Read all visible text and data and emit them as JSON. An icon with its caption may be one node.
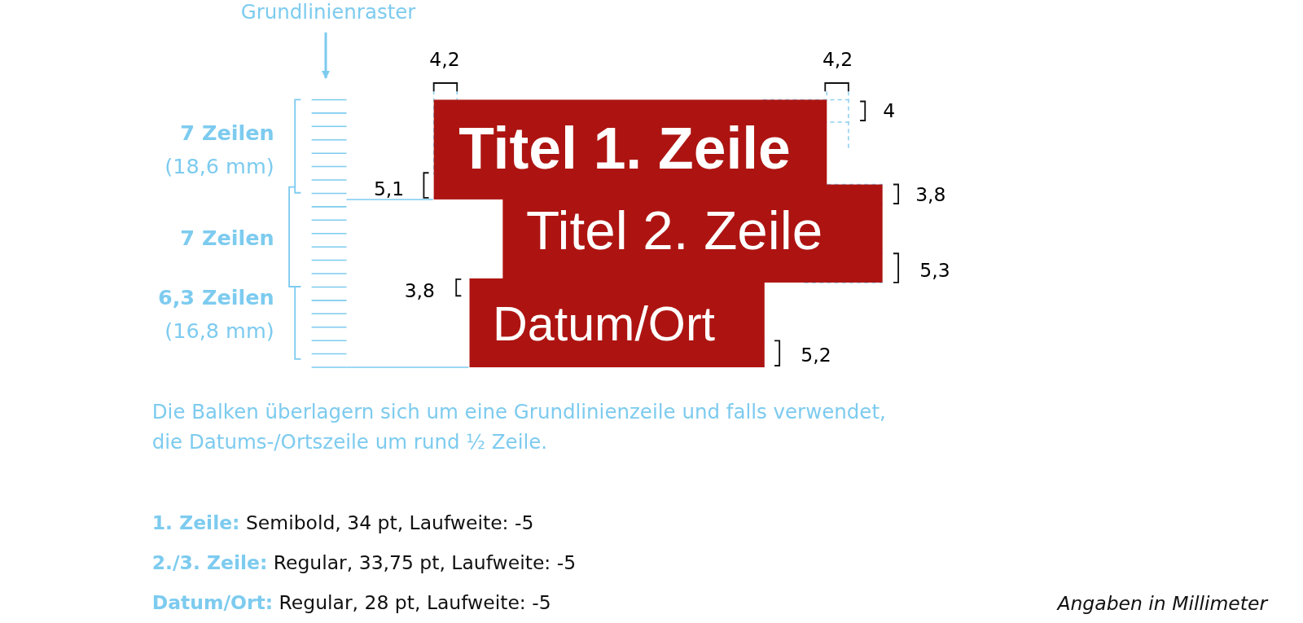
{
  "diagram": {
    "nodes": [
      {
        "text": [
          "Grundlinienraster"
        ]
      },
      {
        "text": [],
        "shape": "grid"
      },
      {
        "text": [
          "Titel 1. Zeile"
        ]
      },
      {
        "text": [
          "Titel 2. Zeile"
        ]
      },
      {
        "text": [
          "Datum/Ort"
        ]
      }
    ],
    "edges": [
      {
        "from": 0,
        "to": 1,
        "arrow": "to"
      }
    ],
    "labels": [
      "4,2",
      "4,2",
      "4",
      "7 Zeilen",
      "(18,6 mm)",
      "5,1",
      "3,8",
      "7 Zeilen",
      "6,3 Zeilen",
      "5,3",
      "3,8",
      "(16,8 mm)",
      "5,2",
      "Die Balken überlagern sich um eine Grundlinienzeile und falls verwendet, die Datums-/Ortszeile um rund ½ Zeile.",
      "**1. Zeile:** Semibold, 34 pt, Laufweite: -5",
      "**2./3. Zeile:** Regular, 33,75 pt, Laufweite: -5",
      "**Datum/Ort:** Regular, 28 pt, Laufweite: -5",
      "Angaben in Millimeter"
    ]
  }
}
